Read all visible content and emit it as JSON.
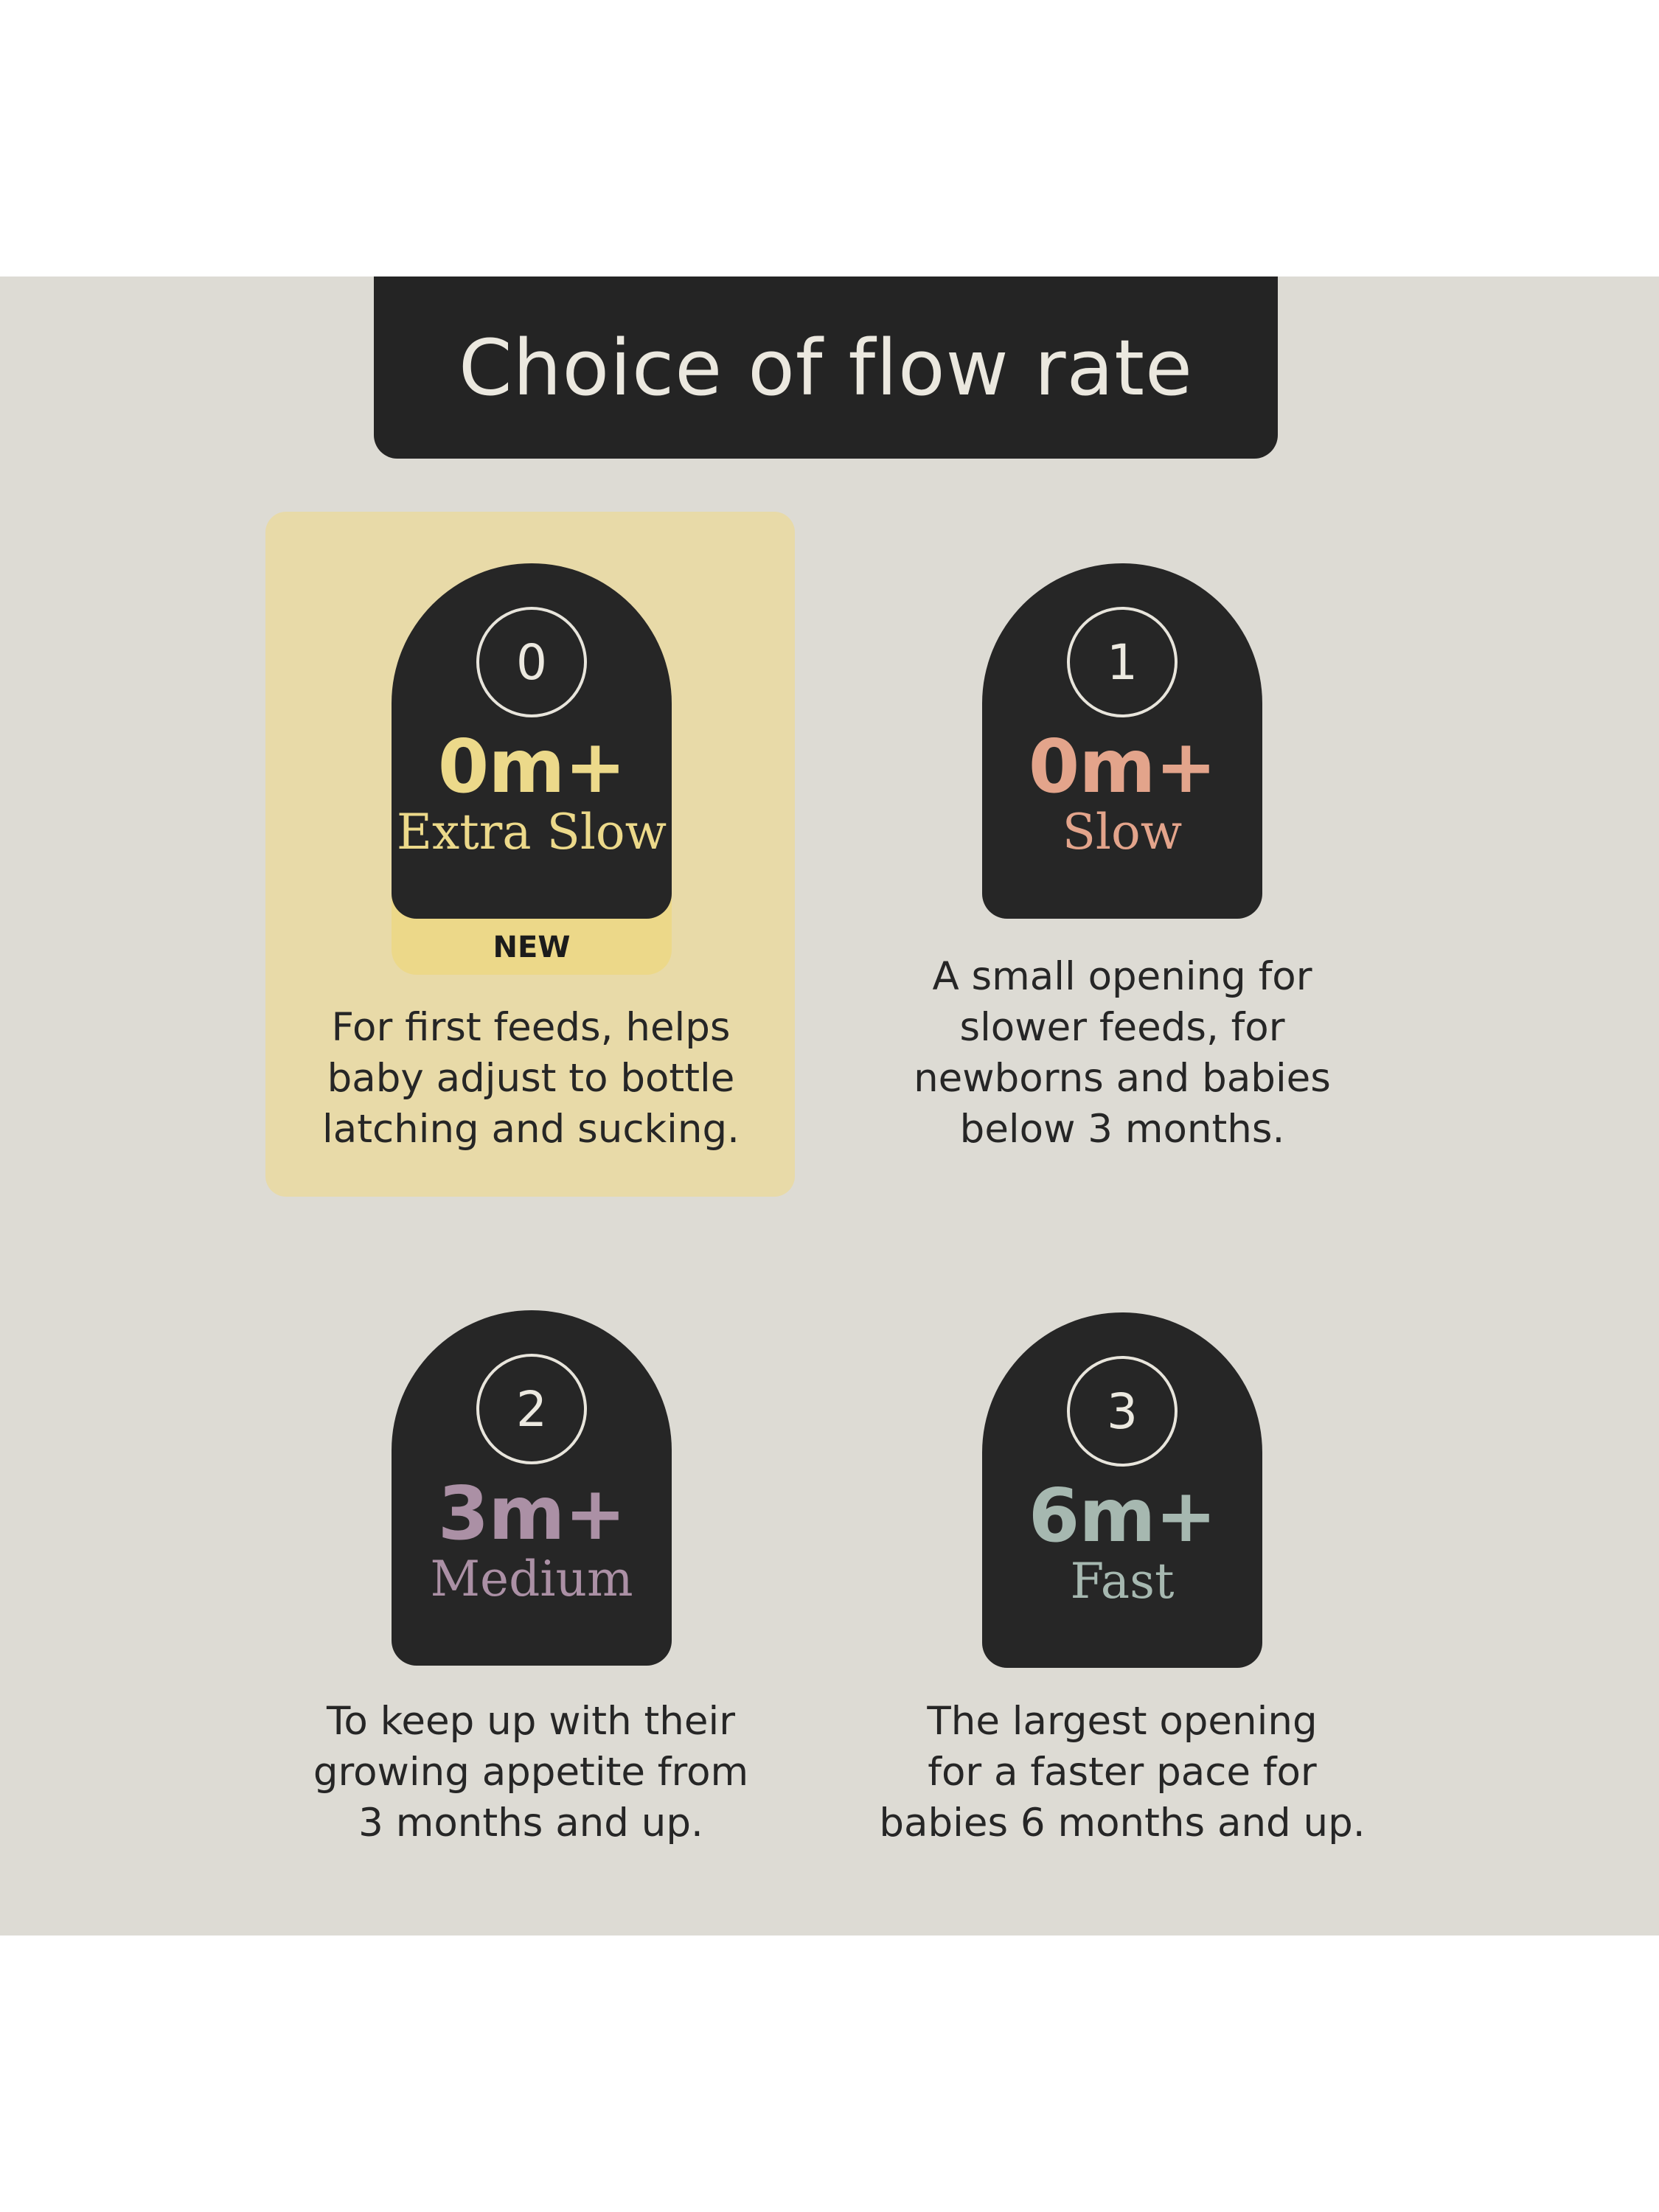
{
  "title": "Choice of flow rate",
  "cards": [
    {
      "number": "0",
      "age": "0m+",
      "speed": "Extra Slow",
      "accent": "#ecd98a",
      "tag": "NEW",
      "description": [
        "For first feeds, helps",
        "baby adjust to bottle",
        "latching and sucking."
      ]
    },
    {
      "number": "1",
      "age": "0m+",
      "speed": "Slow",
      "accent": "#e3a48b",
      "description": [
        "A small opening for",
        "slower feeds, for",
        "newborns and babies",
        "below 3 months."
      ]
    },
    {
      "number": "2",
      "age": "3m+",
      "speed": "Medium",
      "accent": "#ab90a5",
      "description": [
        "To keep up with their",
        "growing appetite from",
        "3 months and up."
      ]
    },
    {
      "number": "3",
      "age": "6m+",
      "speed": "Fast",
      "accent": "#a6b8b0",
      "description": [
        "The largest opening",
        "for a faster pace for",
        "babies 6 months and up."
      ]
    }
  ],
  "colors": {
    "panel_background": "#dddbd4",
    "highlight_background": "#e8daa8",
    "badge_background": "#262626",
    "title_background": "#242424"
  }
}
